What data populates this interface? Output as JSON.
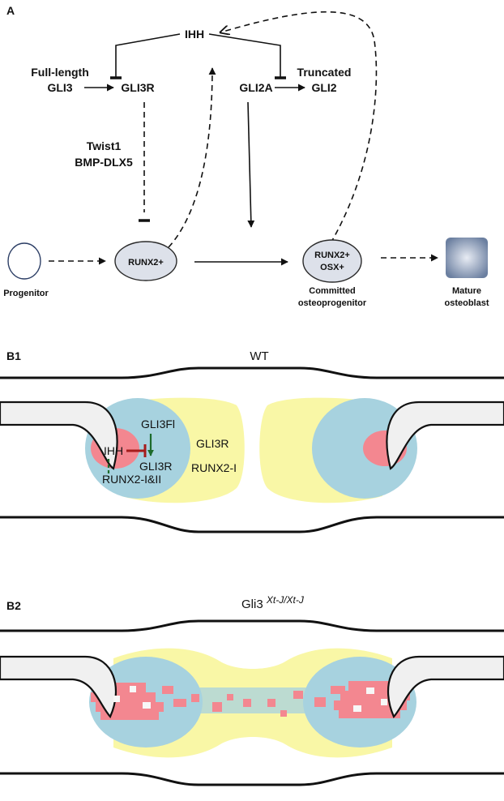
{
  "panel_a": {
    "label": "A",
    "ihh": "IHH",
    "full_length_1": "Full-length",
    "full_length_2": "GLI3",
    "gli3r": "GLI3R",
    "gli2a": "GLI2A",
    "truncated_1": "Truncated",
    "truncated_2": "GLI2",
    "twist1": "Twist1",
    "bmp_dlx5": "BMP-DLX5",
    "runx2": "RUNX2+",
    "runx2_osx_1": "RUNX2+",
    "runx2_osx_2": "OSX+",
    "progenitor": "Progenitor",
    "committed_1": "Committed",
    "committed_2": "osteoprogenitor",
    "mature_1": "Mature",
    "mature_2": "osteoblast"
  },
  "panel_b1": {
    "label": "B1",
    "title": "WT",
    "gli3fl": "GLI3Fl",
    "ihh": "IHH",
    "gli3r_inner": "GLI3R",
    "runx2_i_ii": "RUNX2-I&II",
    "gli3r_outer": "GLI3R",
    "runx2_i": "RUNX2-I"
  },
  "panel_b2": {
    "label": "B2",
    "title_main": "Gli3",
    "title_sup": "Xt-J/Xt-J"
  },
  "colors": {
    "yellow": "#f9f7a6",
    "blue": "#a7d2df",
    "pink": "#f38790",
    "grey": "#f0f0f0",
    "node": "#dde1ea",
    "inhibit_red": "#a61c1c",
    "activate_green": "#1d6b2b"
  }
}
